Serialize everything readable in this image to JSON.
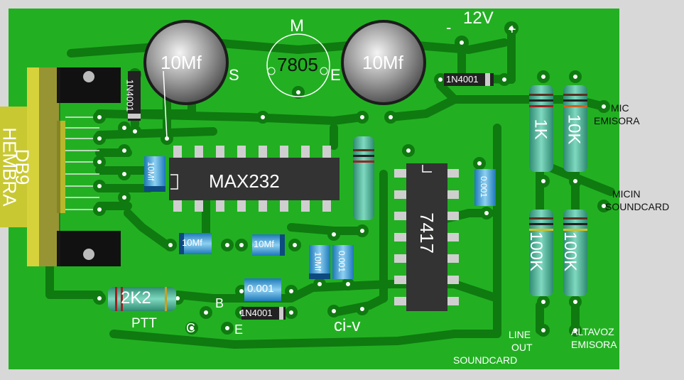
{
  "colors": {
    "board": "#22b022",
    "trace": "#0f7a10",
    "background": "#d8d8d8",
    "ic_body": "#333333",
    "connector": "#d8d23a",
    "resistor_body": "#3aa58a",
    "capacitor_body": "#2a8fd0"
  },
  "labels": {
    "supply": "12V",
    "minus": "-",
    "plus": "+",
    "reg_m": "M",
    "reg_part": "7805",
    "reg_s": "S",
    "reg_e": "E",
    "cap_left": "10Mf",
    "cap_right": "10Mf",
    "diode_top": "1N4001",
    "diode_left": "1N4001",
    "diode_bottom": "1N4001",
    "ic_max": "MAX232",
    "ic_7417": "7417",
    "db9_line1": "DB9",
    "db9_line2": "HEMBRA",
    "cap_small_a": "10Mf",
    "cap_small_b": "10Mf",
    "cap_small_c": "10Mf",
    "cap_small_d": "10Mf",
    "cap_001_a": "0.001",
    "cap_001_b": "0.001",
    "cap_001_c": "0.001",
    "r_2k2": "2K2",
    "r_1k": "1K",
    "r_10k": "10K",
    "r_100k_a": "100K",
    "r_100k_b": "100K",
    "ptt": "PTT",
    "tr_c": "C",
    "tr_b": "B",
    "tr_e": "E",
    "civ": "ci-v",
    "mic_emisora_1": "MIC",
    "mic_emisora_2": "EMISORA",
    "micin_1": "MICIN",
    "micin_2": "SOUNDCARD",
    "lineout_1": "LINE",
    "lineout_2": "OUT",
    "lineout_3": "SOUNDCARD",
    "altavoz_1": "ALTAVOZ",
    "altavoz_2": "EMISORA"
  }
}
